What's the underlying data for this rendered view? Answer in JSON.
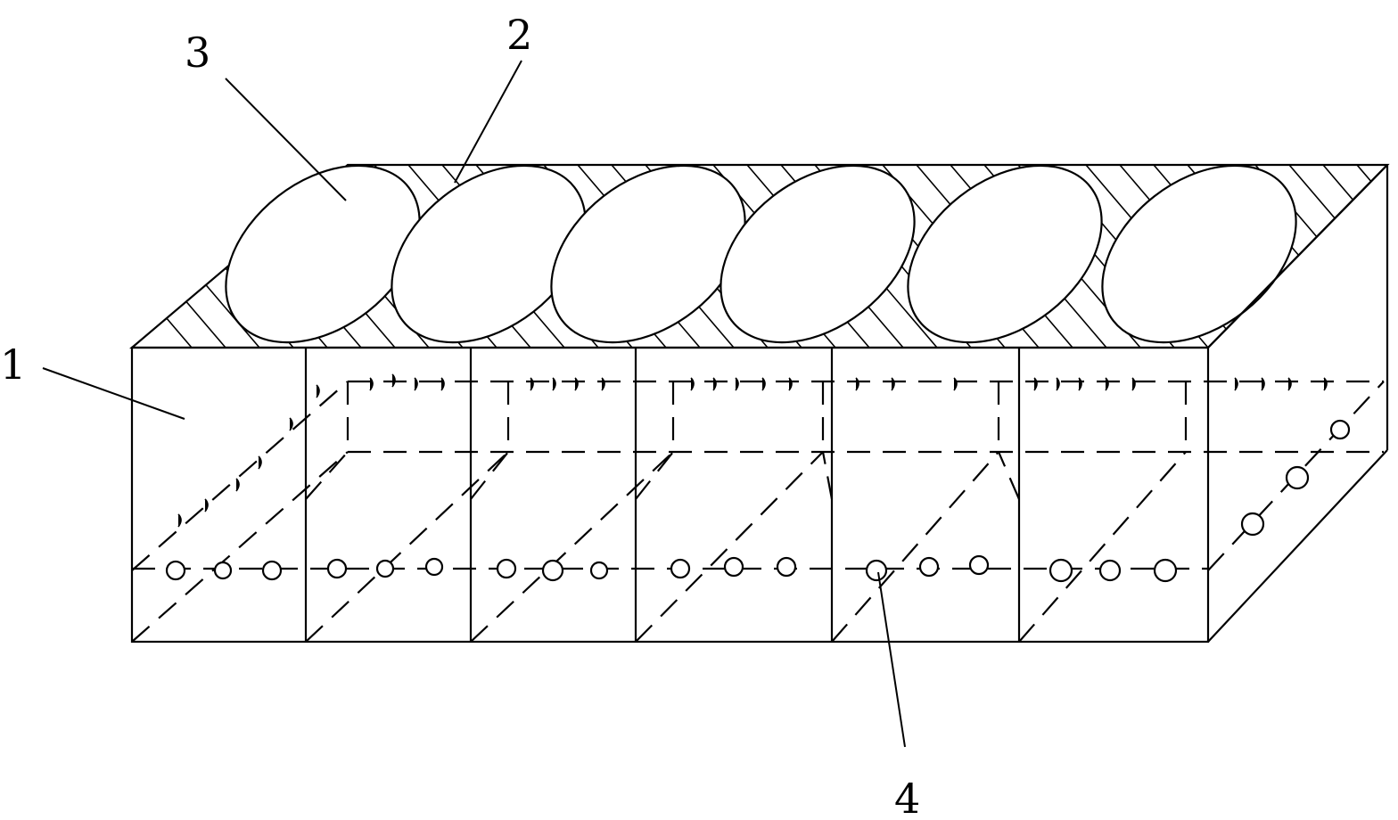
{
  "labels": {
    "block": "1",
    "hatched_surface": "2",
    "ellipse_opening": "3",
    "hole": "4"
  },
  "colors": {
    "line": "#000000",
    "background": "#ffffff"
  }
}
